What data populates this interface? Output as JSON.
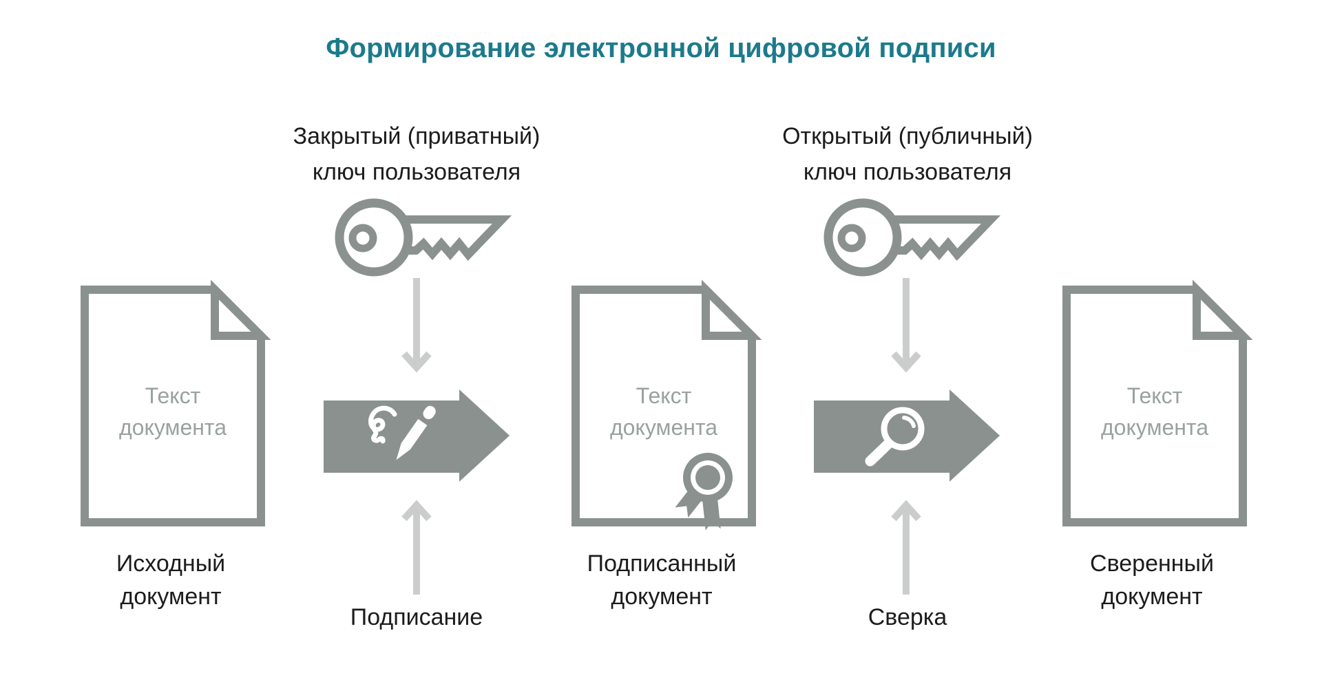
{
  "title": "Формирование электронной цифровой подписи",
  "colors": {
    "background": "#ffffff",
    "title_teal": "#1c7a8c",
    "icon_gray": "#8a918f",
    "light_gray": "#cbcdcc",
    "doc_text_gray": "#99a1a1",
    "text_black": "#1c1c1c"
  },
  "keys": [
    {
      "label_line1": "Закрытый (приватный)",
      "label_line2": "ключ пользователя",
      "icon": "key-icon"
    },
    {
      "label_line1": "Открытый (публичный)",
      "label_line2": "ключ пользователя",
      "icon": "key-icon"
    }
  ],
  "documents": [
    {
      "body_line1": "Текст",
      "body_line2": "документа",
      "label_line1": "Исходный",
      "label_line2": "документ"
    },
    {
      "body_line1": "Текст",
      "body_line2": "документа",
      "label_line1": "Подписанный",
      "label_line2": "документ",
      "seal_icon": "certificate-seal-icon"
    },
    {
      "body_line1": "Текст",
      "body_line2": "документа",
      "label_line1": "Сверенный",
      "label_line2": "документ"
    }
  ],
  "processes": [
    {
      "label": "Подписание",
      "icon": "signature-pen-icon"
    },
    {
      "label": "Сверка",
      "icon": "magnifier-icon"
    }
  ]
}
